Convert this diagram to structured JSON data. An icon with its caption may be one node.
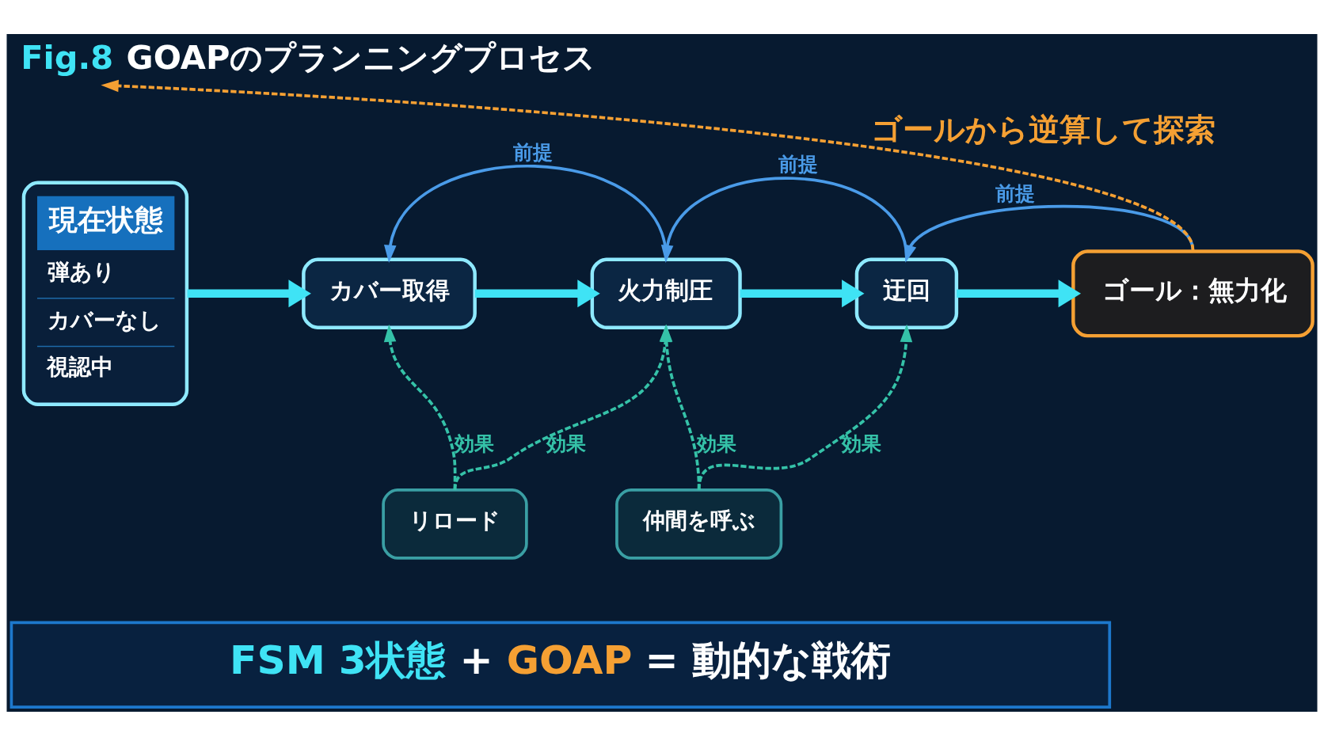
{
  "diagram": {
    "title": "Fig.8 GOAPのプランニングプロセス",
    "nodes": [
      {
        "text": [
          "現在状態",
          "弾あり",
          "カバーなし",
          "視認中"
        ]
      },
      {
        "text": [
          "カバー取得"
        ]
      },
      {
        "text": [
          "火力制圧"
        ]
      },
      {
        "text": [
          "迂回"
        ]
      },
      {
        "text": [
          "ゴール：無力化"
        ]
      },
      {
        "text": [
          "リロード"
        ]
      },
      {
        "text": [
          "仲間を呼ぶ"
        ]
      },
      {
        "text": [
          "FSM 3状態 + GOAP = 動的な戦術"
        ]
      }
    ],
    "edges": [
      {
        "from": 0,
        "to": 1,
        "arrow": "to",
        "style": "thick"
      },
      {
        "from": 1,
        "to": 2,
        "arrow": "to",
        "style": "thick"
      },
      {
        "from": 2,
        "to": 3,
        "arrow": "to",
        "style": "thick"
      },
      {
        "from": 3,
        "to": 4,
        "arrow": "to",
        "style": "thick"
      },
      {
        "from": 2,
        "to": 1,
        "arrow": "to",
        "label": "前提",
        "color": "#4a9be8"
      },
      {
        "from": 3,
        "to": 2,
        "arrow": "to",
        "label": "前提",
        "color": "#4a9be8"
      },
      {
        "from": 4,
        "to": 3,
        "arrow": "to",
        "label": "前提",
        "color": "#4a9be8"
      },
      {
        "from": 5,
        "to": 1,
        "arrow": "to",
        "label": "効果",
        "style": "dashed",
        "color": "#35c2a8"
      },
      {
        "from": 5,
        "to": 2,
        "arrow": "to",
        "label": "効果",
        "style": "dashed",
        "color": "#35c2a8"
      },
      {
        "from": 6,
        "to": 2,
        "arrow": "to",
        "label": "効果",
        "style": "dashed",
        "color": "#35c2a8"
      },
      {
        "from": 6,
        "to": 3,
        "arrow": "to",
        "label": "効果",
        "style": "dashed",
        "color": "#35c2a8"
      },
      {
        "from": 4,
        "to": null,
        "arrow": "to",
        "label": "ゴールから逆算して探索",
        "style": "dashed",
        "color": "#f5a033"
      }
    ]
  }
}
